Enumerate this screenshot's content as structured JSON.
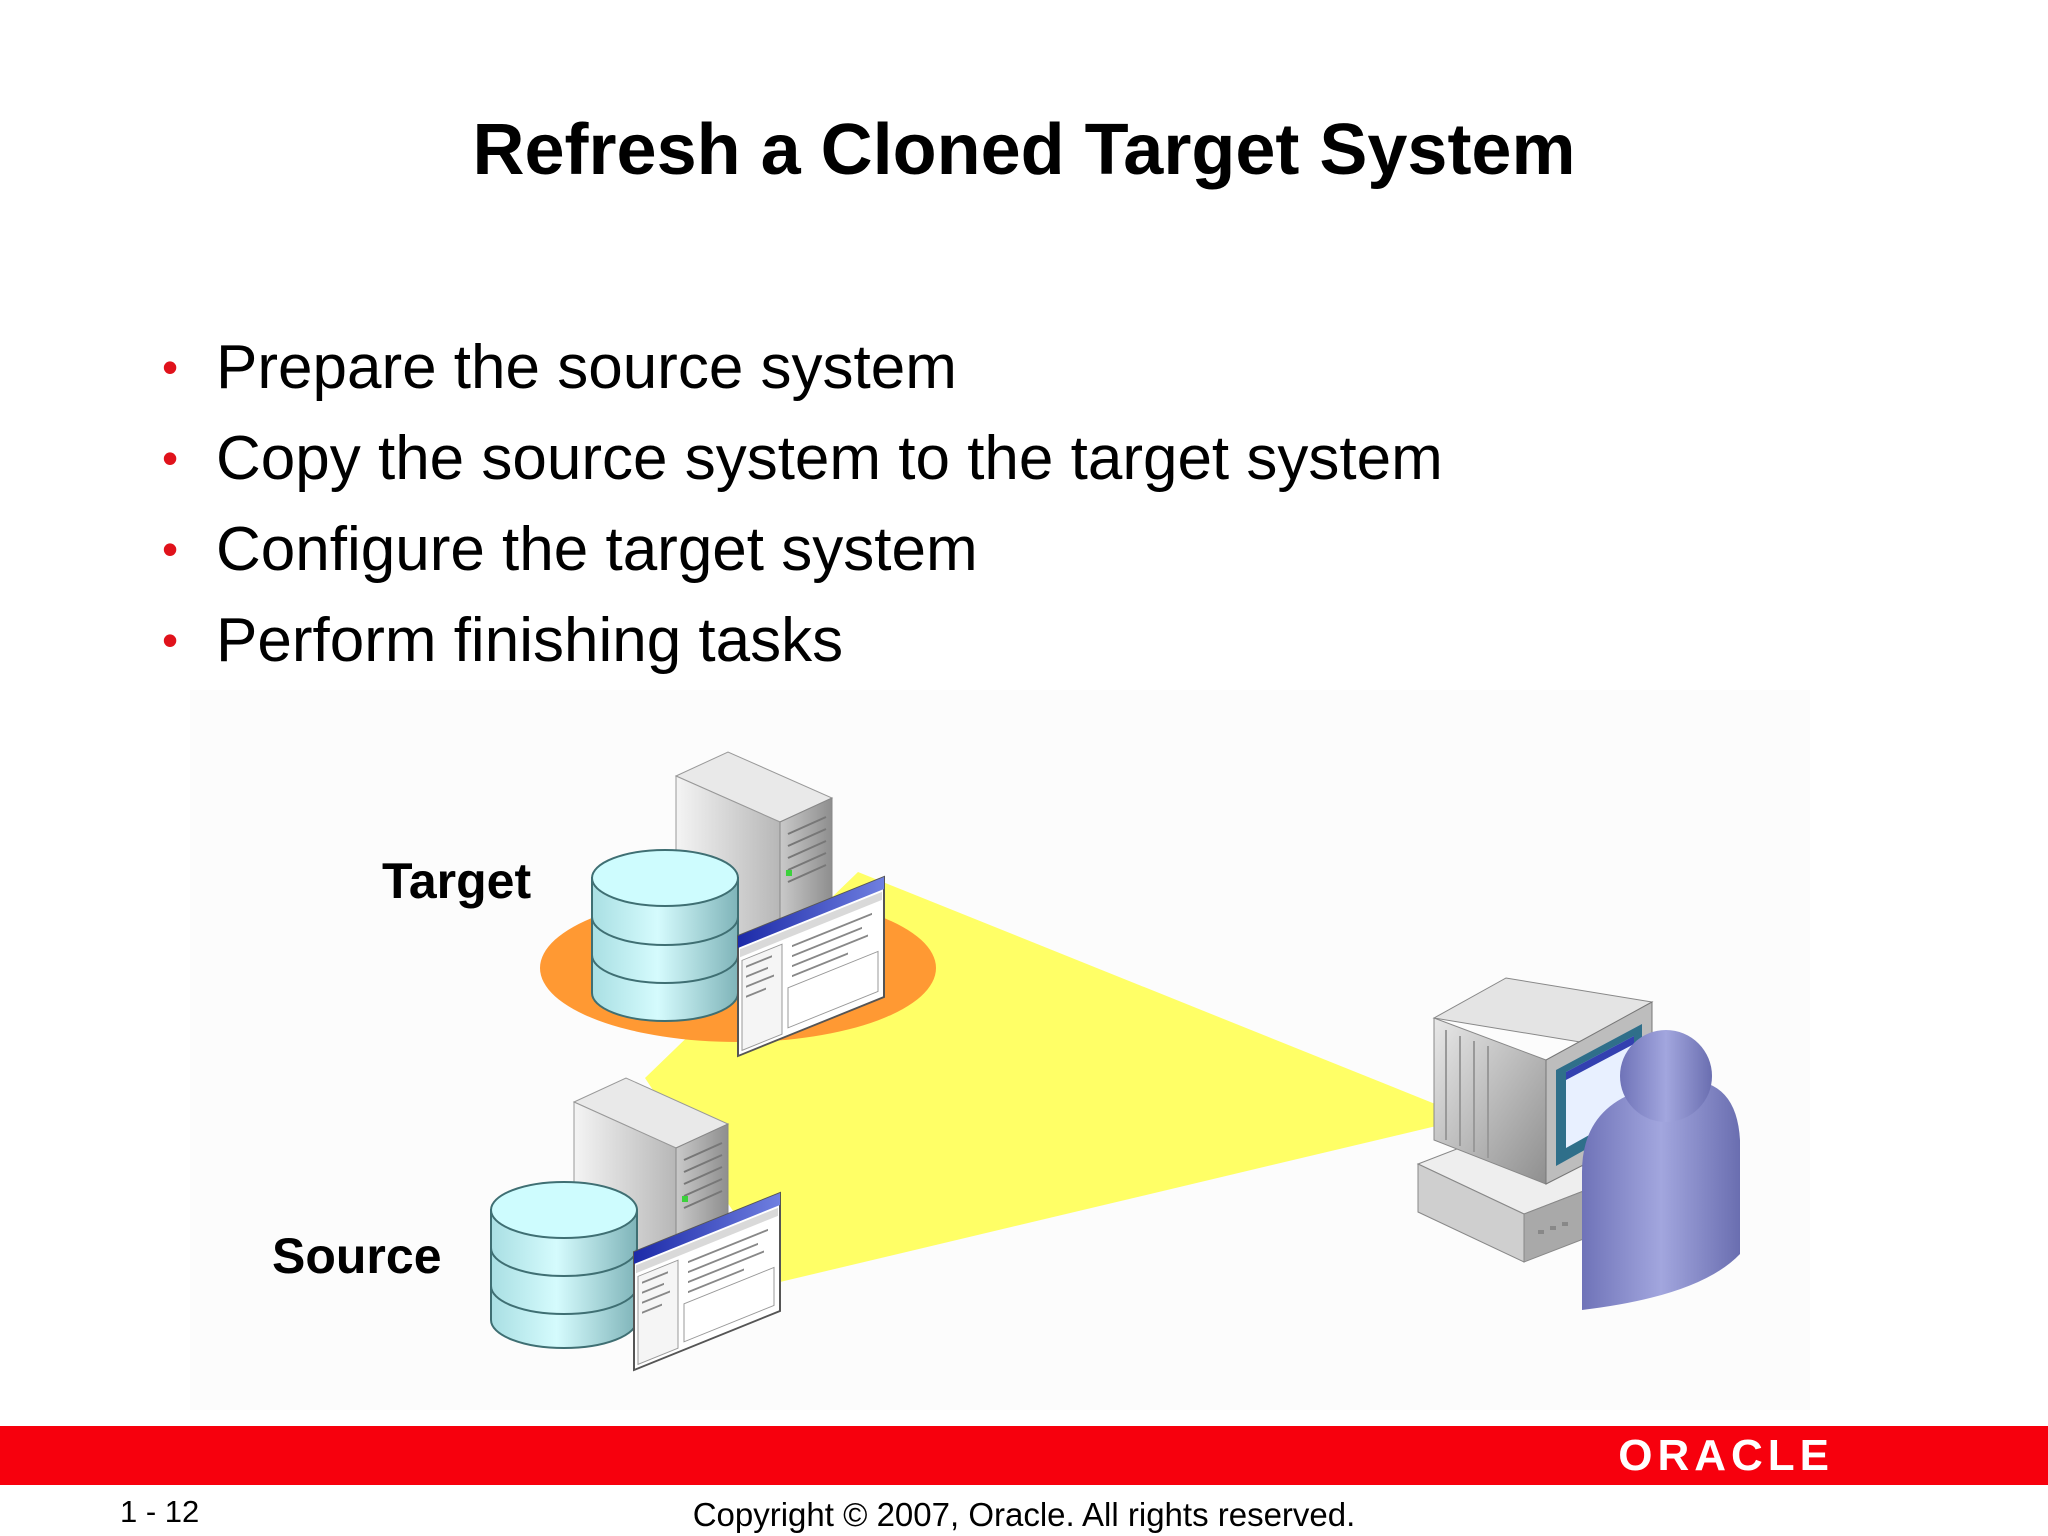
{
  "slide": {
    "title": "Refresh a Cloned Target System",
    "bullets": [
      "Prepare the source system",
      "Copy the source system to the target system",
      "Configure the target system",
      "Perform finishing tasks"
    ],
    "bullet_color": "#e0121b"
  },
  "diagram": {
    "target_label": "Target",
    "source_label": "Source",
    "beam_color": "#ffff66",
    "highlight_color": "#ff9933",
    "database_color": "#bff2f5",
    "person_color": "#8a8fce"
  },
  "footer": {
    "brand": "ORACLE",
    "page_number": "1 - 12",
    "copyright": "Copyright © 2007, Oracle. All rights reserved.",
    "bar_color": "#f7000d"
  }
}
